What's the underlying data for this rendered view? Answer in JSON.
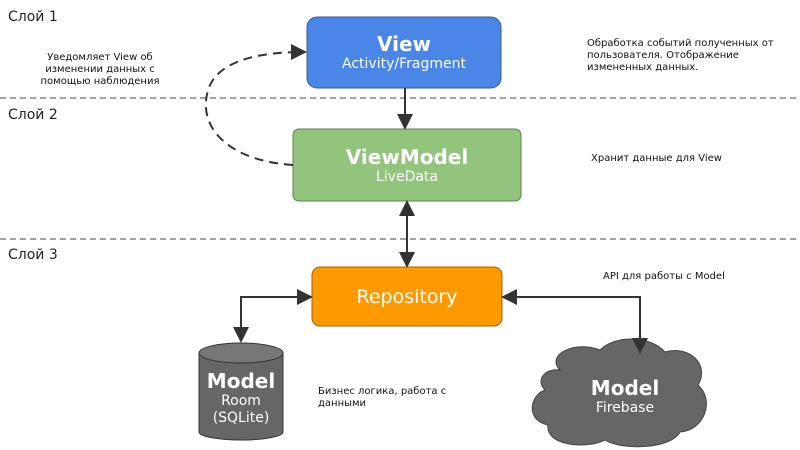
{
  "layers": [
    "Слой 1",
    "Слой 2",
    "Слой 3"
  ],
  "colors": {
    "view": "#4a86e8",
    "viewmodel": "#93c47d",
    "repository": "#ff9900",
    "model": "#666666"
  },
  "nodes": {
    "view": {
      "title": "View",
      "subtitle": "Activity/Fragment"
    },
    "viewmodel": {
      "title": "ViewModel",
      "subtitle": "LiveData"
    },
    "repository": {
      "title": "Repository"
    },
    "model_db": {
      "title": "Model",
      "subtitle": "Room (SQLite)"
    },
    "model_cloud": {
      "title": "Model",
      "subtitle": "Firebase"
    }
  },
  "notes": {
    "observe": "Уведомляет View об изменении данных с помощью наблюдения",
    "view": "Обработка событий полученных от пользователя. Отображение измененных данных.",
    "viewmodel": "Хранит данные для View",
    "repository": "API для работы с Model",
    "model": "Бизнес логика, работа с данными"
  }
}
